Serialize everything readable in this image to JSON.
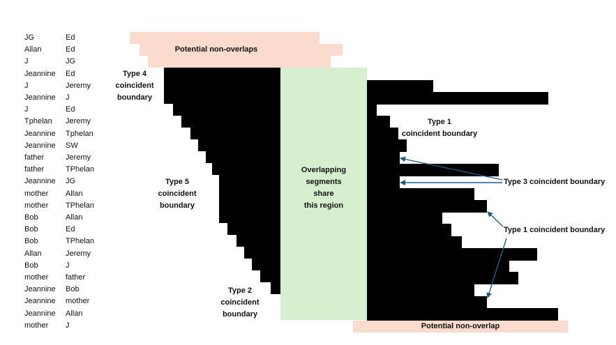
{
  "pairs": [
    {
      "a": "JG",
      "b": "Ed"
    },
    {
      "a": "Allan",
      "b": "Ed"
    },
    {
      "a": "J",
      "b": "JG"
    },
    {
      "a": "Jeannine",
      "b": "Ed"
    },
    {
      "a": "J",
      "b": "Jeremy"
    },
    {
      "a": "Jeannine",
      "b": "J"
    },
    {
      "a": "J",
      "b": "Ed"
    },
    {
      "a": "Tphelan",
      "b": "Jeremy"
    },
    {
      "a": "Jeannine",
      "b": "Tphelan"
    },
    {
      "a": "Jeannine",
      "b": "SW"
    },
    {
      "a": "father",
      "b": "Jeremy"
    },
    {
      "a": "father",
      "b": "TPhelan"
    },
    {
      "a": "Jeannine",
      "b": "JG"
    },
    {
      "a": "mother",
      "b": "Allan"
    },
    {
      "a": "mother",
      "b": "TPhelan"
    },
    {
      "a": "Bob",
      "b": "Allan"
    },
    {
      "a": "Bob",
      "b": "Ed"
    },
    {
      "a": "Bob",
      "b": "TPhelan"
    },
    {
      "a": "Allan",
      "b": "Jeremy"
    },
    {
      "a": "Bob",
      "b": "J"
    },
    {
      "a": "mother",
      "b": "father"
    },
    {
      "a": "Jeannine",
      "b": "Bob"
    },
    {
      "a": "Jeannine",
      "b": "mother"
    },
    {
      "a": "Jeannine",
      "b": "Allan"
    },
    {
      "a": "mother",
      "b": "J"
    }
  ],
  "labels": {
    "potential_non_overlaps": "Potential non-overlaps",
    "potential_non_overlap": "Potential non-overlap",
    "type4": [
      "Type 4",
      "coincident",
      "boundary"
    ],
    "type5": [
      "Type 5",
      "coincident",
      "boundary"
    ],
    "type2": [
      "Type 2",
      "coincident",
      "boundary"
    ],
    "overlap": [
      "Overlapping",
      "segments",
      "share",
      "this region"
    ],
    "type1_top": [
      "Type 1",
      "coincident boundary"
    ],
    "type3": "Type 3 coincident boundary",
    "type1_bottom": "Type 1 coincident boundary"
  },
  "colors": {
    "peach": "#fadbcd",
    "overlap_region": "#d6efce",
    "bars": "#000000",
    "arrows": "#1f5c85"
  }
}
